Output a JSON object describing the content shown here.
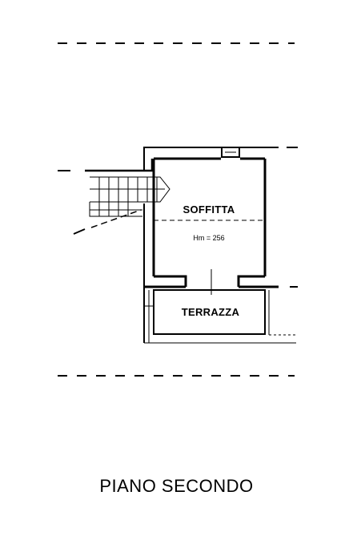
{
  "plan": {
    "title": "PIANO SECONDO",
    "rooms": [
      {
        "name": "SOFFITTA",
        "height_note": "Hm = 256"
      },
      {
        "name": "TERRAZZA"
      }
    ]
  },
  "colors": {
    "ink": "#000000",
    "paper": "#ffffff"
  }
}
